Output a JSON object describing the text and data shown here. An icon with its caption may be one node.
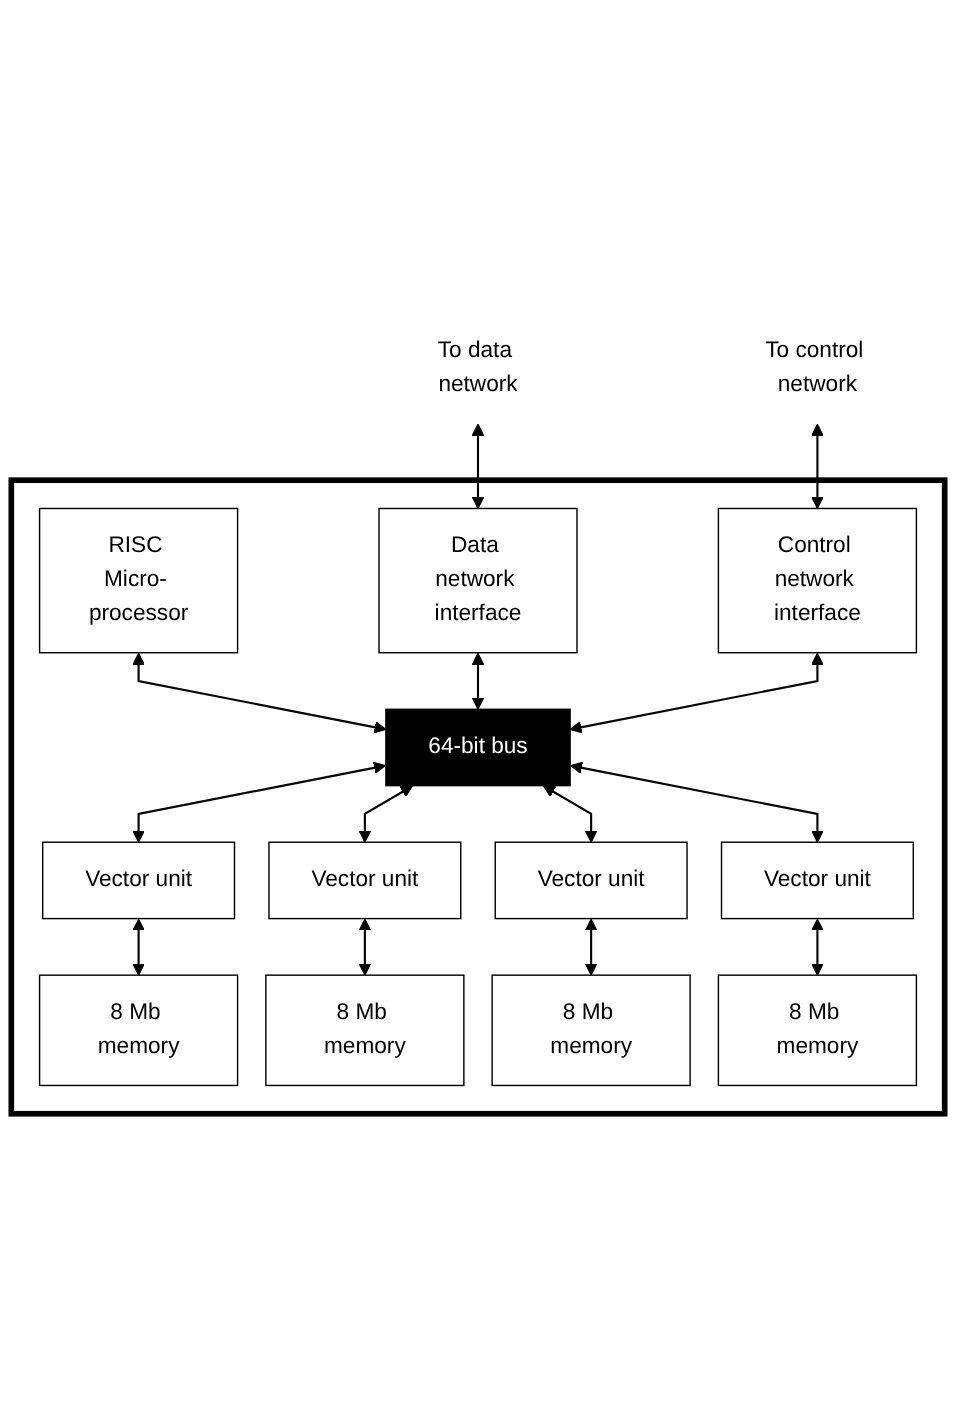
{
  "diagram": {
    "nodes": [
      {
        "text": [
          "To data network"
        ]
      },
      {
        "text": [
          "To control network"
        ]
      },
      {
        "text": [],
        "shape": "box"
      },
      {
        "text": [
          "RISC Micro- processor"
        ],
        "in": 2
      },
      {
        "text": [
          "Data network interface"
        ],
        "in": 2
      },
      {
        "text": [
          "Control network interface"
        ],
        "in": 2
      },
      {
        "text": [
          "64-bit bus"
        ],
        "in": 2
      },
      {
        "text": [
          "Vector unit"
        ],
        "in": 2
      },
      {
        "text": [
          "Vector unit"
        ],
        "in": 2
      },
      {
        "text": [
          "Vector unit"
        ],
        "in": 2
      },
      {
        "text": [
          "Vector unit"
        ],
        "in": 2
      },
      {
        "text": [
          "8 Mb memory"
        ],
        "in": 2
      },
      {
        "text": [
          "8 Mb memory"
        ],
        "in": 2
      },
      {
        "text": [
          "8 Mb memory"
        ],
        "in": 2
      },
      {
        "text": [
          "8 Mb memory"
        ],
        "in": 2
      }
    ],
    "edges": [
      {
        "from": 0,
        "to": 4,
        "arrow": "both"
      },
      {
        "from": 1,
        "to": 5,
        "arrow": "both"
      },
      {
        "from": 3,
        "to": 6,
        "arrow": "both"
      },
      {
        "from": 4,
        "to": 6,
        "arrow": "both"
      },
      {
        "from": 5,
        "to": 6,
        "arrow": "both"
      },
      {
        "from": 6,
        "to": 7,
        "arrow": "both"
      },
      {
        "from": 6,
        "to": 8,
        "arrow": "both"
      },
      {
        "from": 6,
        "to": 9,
        "arrow": "both"
      },
      {
        "from": 6,
        "to": 10,
        "arrow": "both"
      },
      {
        "from": 7,
        "to": 11,
        "arrow": "both"
      },
      {
        "from": 8,
        "to": 12,
        "arrow": "both"
      },
      {
        "from": 9,
        "to": 13,
        "arrow": "both"
      },
      {
        "from": 10,
        "to": 14,
        "arrow": "both"
      }
    ]
  }
}
